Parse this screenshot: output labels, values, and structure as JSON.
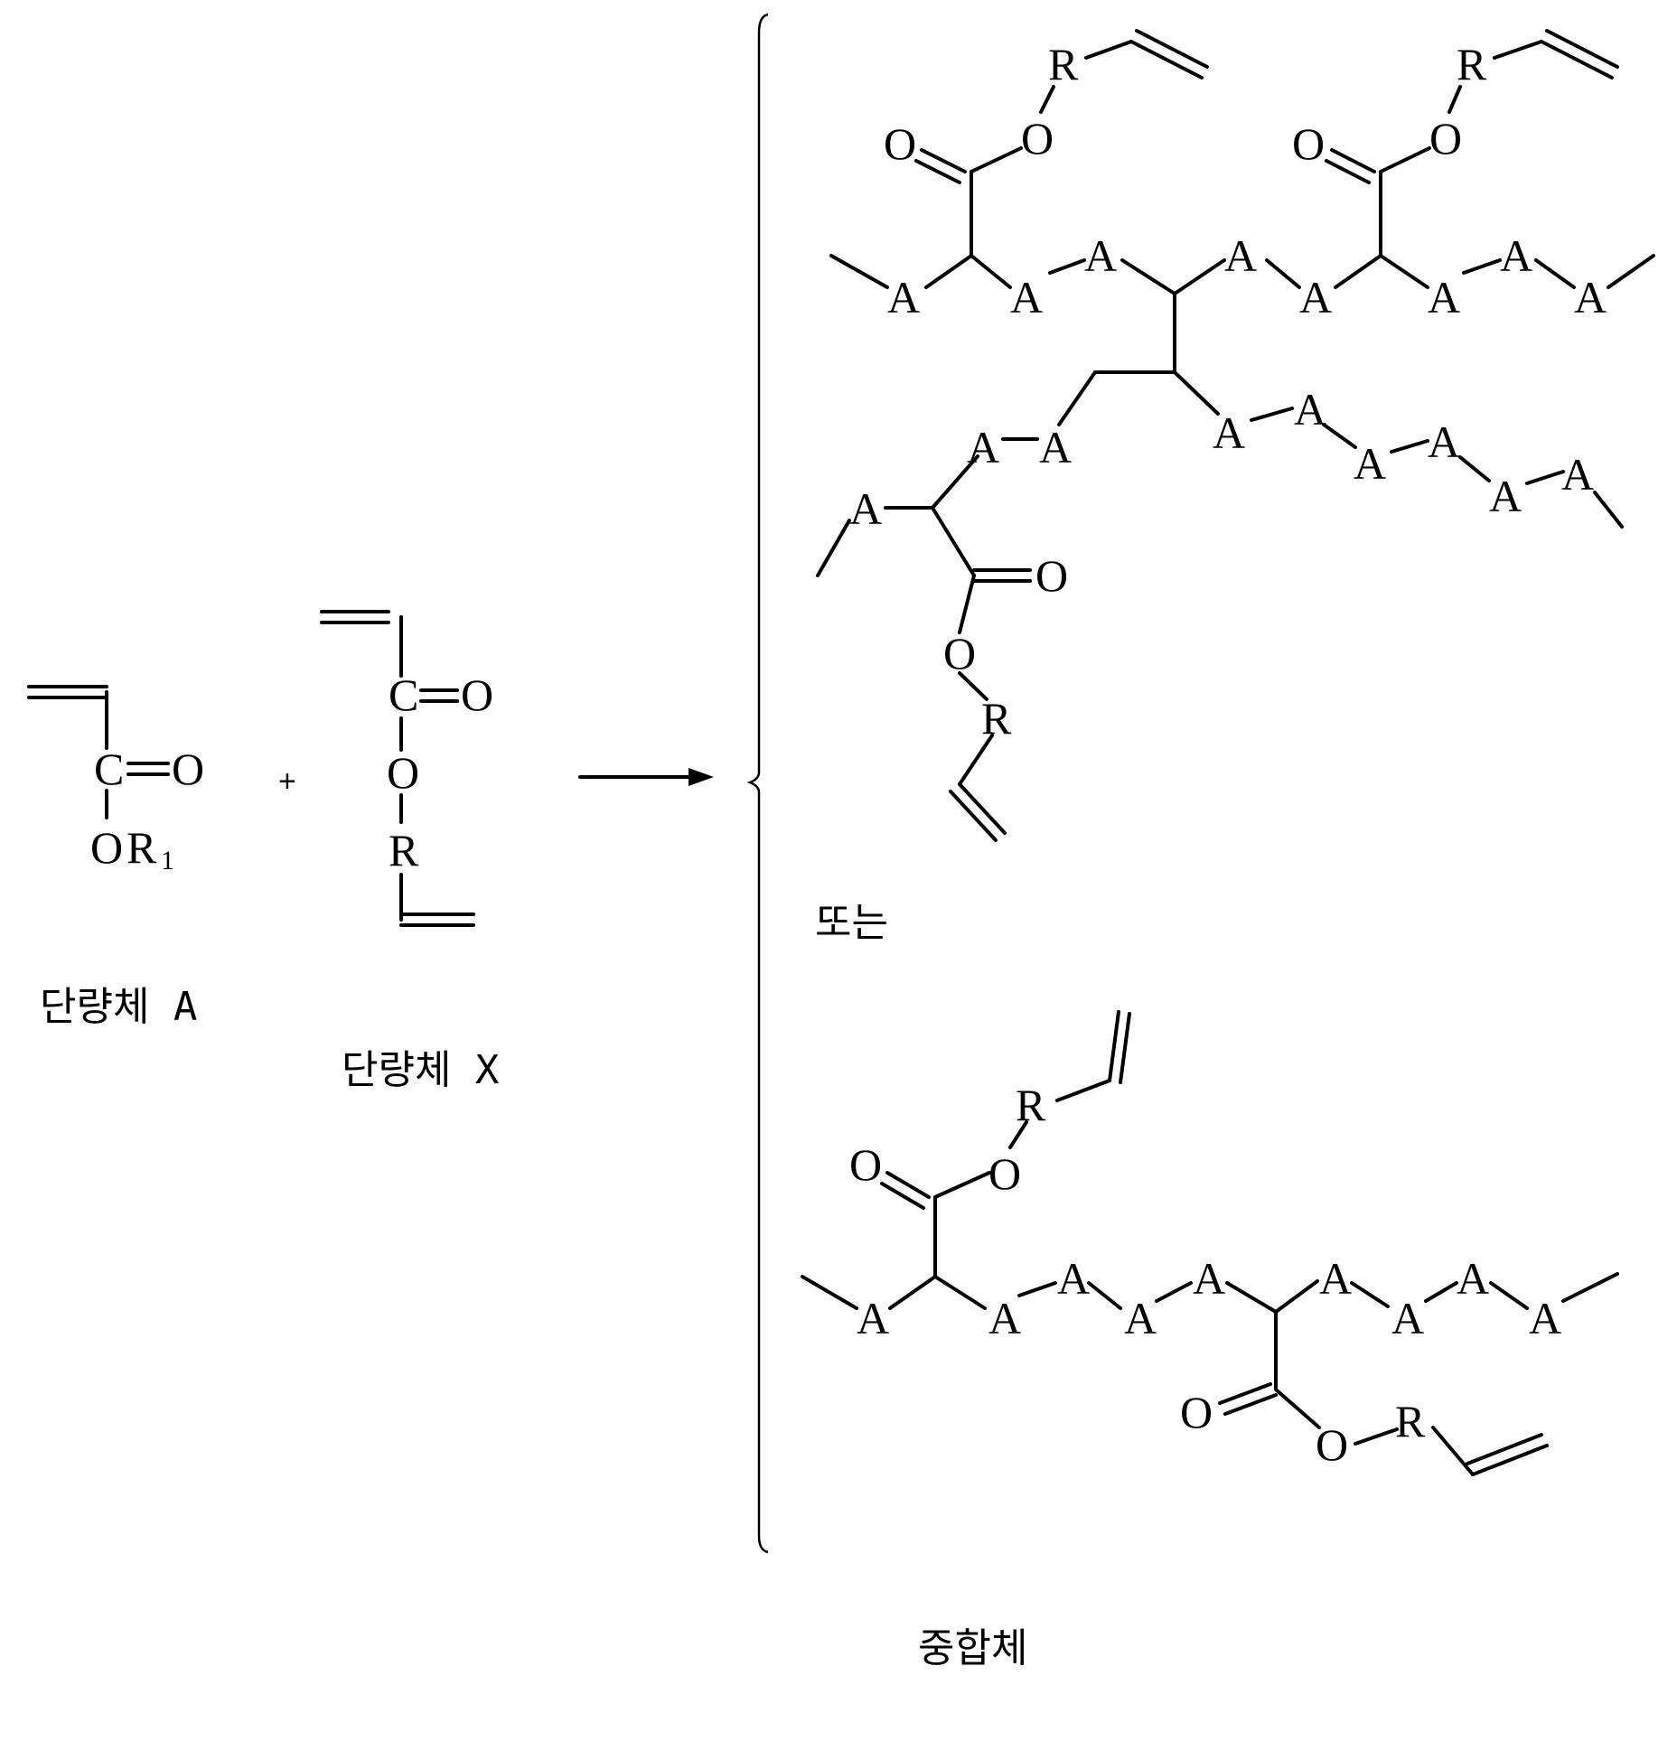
{
  "labels": {
    "monomer_a": "단량체 A",
    "monomer_x": "단량체 X",
    "or": "또는",
    "polymer": "중합체",
    "plus": "+"
  },
  "atoms": {
    "carbon": "C",
    "oxygen": "O",
    "r_group": "R",
    "a_unit": "A",
    "r1_main": "R",
    "r1_sub": "1"
  }
}
